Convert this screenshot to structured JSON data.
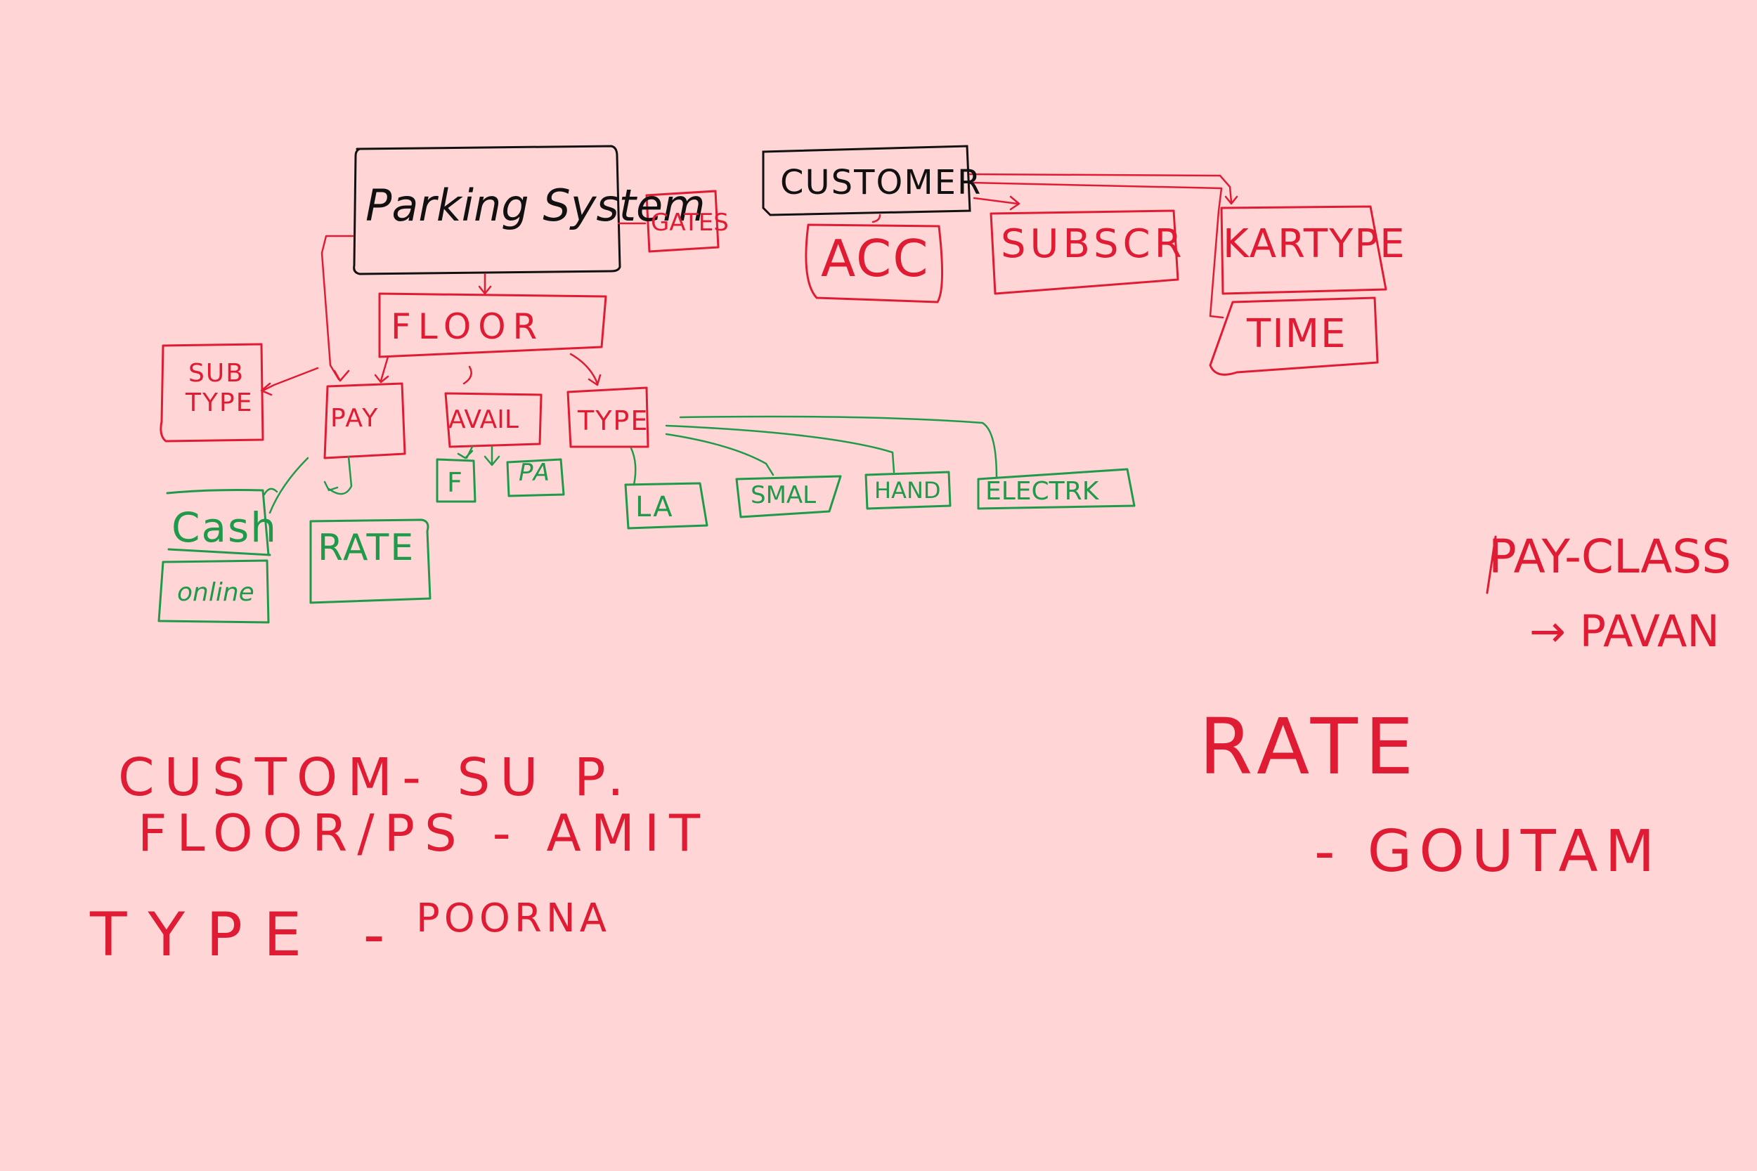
{
  "colors": {
    "background": "#ffd5d5",
    "ink_black": "#111111",
    "ink_red": "#e01c34",
    "ink_green": "#1e9a4a"
  },
  "nodes": {
    "parking_system": "Parking System",
    "gates": "GATES",
    "floor": "FLOOR",
    "sub_type_line1": "SUB",
    "sub_type_line2": "TYPE",
    "pay": "PAY",
    "avail": "AVAIL",
    "type": "TYPE",
    "cash": "Cash",
    "online": "online",
    "rate": "RATE",
    "f": "F",
    "pa": "PA",
    "la": "LA",
    "smal": "SMAL",
    "hand": "HAND",
    "electric": "ELECTRK",
    "customer": "CUSTOMER",
    "acc": "ACC",
    "subscr": "SUBSCR",
    "kartype": "KARTYPE",
    "time": "TIME"
  },
  "notes": {
    "assign_line1": "CUSTOM- SU P.",
    "assign_line2": "FLOOR/PS - AMIT",
    "assign_line3_type": "TYPE -",
    "assign_line3_name": "POORNA",
    "pay_class": "PAY-CLASS",
    "pay_class_name": "→ PAVAN",
    "rate_title": "RATE",
    "rate_name": "- GOUTAM"
  }
}
